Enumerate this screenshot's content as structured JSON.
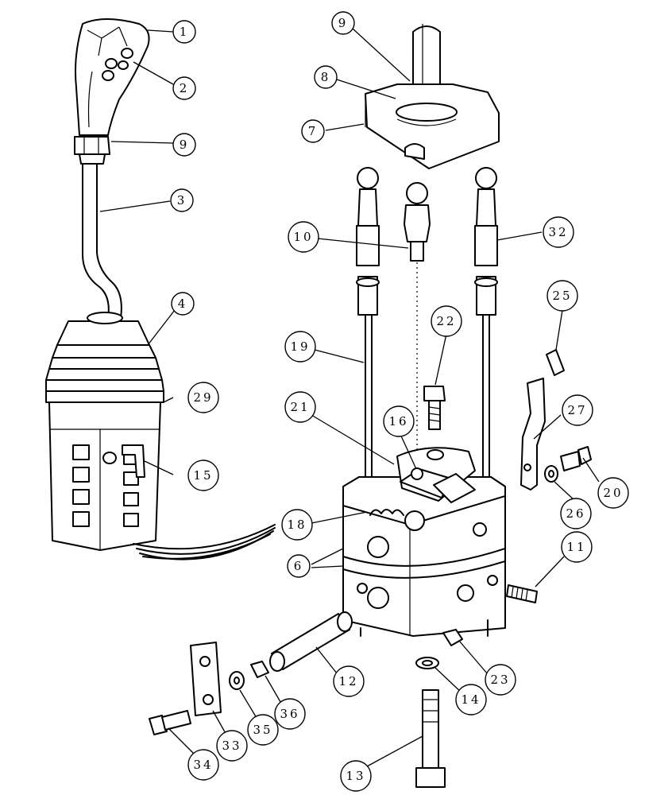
{
  "callouts": [
    {
      "id": "c1",
      "label": "1"
    },
    {
      "id": "c2",
      "label": "2"
    },
    {
      "id": "c9a",
      "label": "9"
    },
    {
      "id": "c3",
      "label": "3"
    },
    {
      "id": "c4",
      "label": "4"
    },
    {
      "id": "c29",
      "label": "29"
    },
    {
      "id": "c15",
      "label": "15"
    },
    {
      "id": "c9b",
      "label": "9"
    },
    {
      "id": "c8",
      "label": "8"
    },
    {
      "id": "c7",
      "label": "7"
    },
    {
      "id": "c10",
      "label": "10"
    },
    {
      "id": "c32",
      "label": "32"
    },
    {
      "id": "c25",
      "label": "25"
    },
    {
      "id": "c22",
      "label": "22"
    },
    {
      "id": "c19",
      "label": "19"
    },
    {
      "id": "c27",
      "label": "27"
    },
    {
      "id": "c21",
      "label": "21"
    },
    {
      "id": "c16",
      "label": "16"
    },
    {
      "id": "c20",
      "label": "20"
    },
    {
      "id": "c26",
      "label": "26"
    },
    {
      "id": "c18",
      "label": "18"
    },
    {
      "id": "c6",
      "label": "6"
    },
    {
      "id": "c11",
      "label": "11"
    },
    {
      "id": "c12",
      "label": "12"
    },
    {
      "id": "c23",
      "label": "23"
    },
    {
      "id": "c14",
      "label": "14"
    },
    {
      "id": "c36",
      "label": "36"
    },
    {
      "id": "c35",
      "label": "35"
    },
    {
      "id": "c33",
      "label": "33"
    },
    {
      "id": "c34",
      "label": "34"
    },
    {
      "id": "c13",
      "label": "13"
    }
  ]
}
